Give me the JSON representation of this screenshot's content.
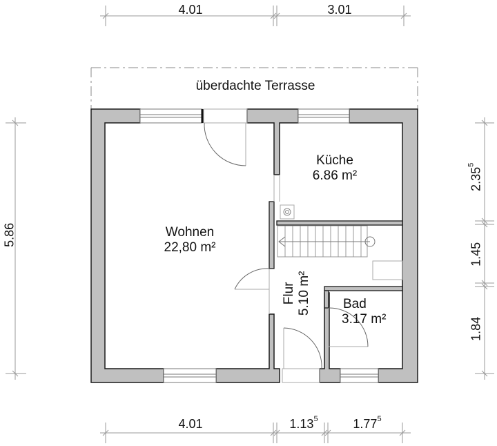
{
  "plan": {
    "terrace_label": "überdachte Terrasse",
    "wall_fill": "#c0c0c0",
    "wall_stroke": "#1a1a1a",
    "dim_line_color": "#9a9a9a"
  },
  "rooms": {
    "wohnen": {
      "name": "Wohnen",
      "area": "22,80 m²"
    },
    "kueche": {
      "name": "Küche",
      "area": "6.86 m²"
    },
    "flur": {
      "name": "Flur",
      "area": "5.10 m²"
    },
    "bad": {
      "name": "Bad",
      "area": "3.17 m²"
    }
  },
  "dimensions": {
    "top": [
      {
        "value": "4.01",
        "sup": ""
      },
      {
        "value": "3.01",
        "sup": ""
      }
    ],
    "bottom": [
      {
        "value": "4.01",
        "sup": ""
      },
      {
        "value": "1.13",
        "sup": "5"
      },
      {
        "value": "1.77",
        "sup": "5"
      }
    ],
    "left": [
      {
        "value": "5.86",
        "sup": ""
      }
    ],
    "right": [
      {
        "value": "2.35",
        "sup": "5"
      },
      {
        "value": "1.45",
        "sup": ""
      },
      {
        "value": "1.84",
        "sup": ""
      }
    ]
  }
}
